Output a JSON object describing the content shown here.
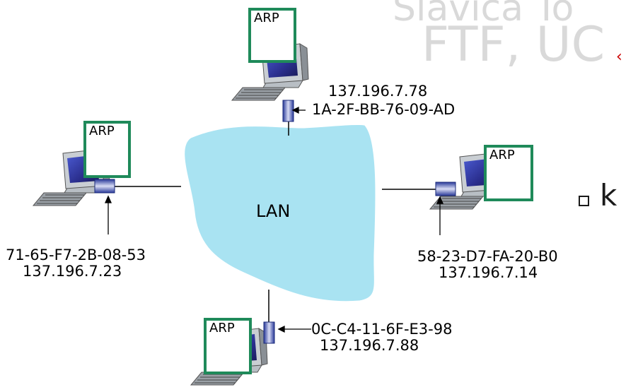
{
  "watermark": {
    "line1": "Slavica To",
    "line2": "FTF, UC"
  },
  "lan": {
    "label": "LAN",
    "color": "#a9e3f2"
  },
  "arp_label": "ARP",
  "arp_border_color": "#1f8a5a",
  "accent_colors": {
    "slide_text": "#1a1a1a",
    "red_mark": "#cc0000"
  },
  "side_text": {
    "bullet_letter": "k",
    "red_glyph": "‹"
  },
  "hosts": {
    "top": {
      "ip": "137.196.7.78",
      "mac": "1A-2F-BB-76-09-AD"
    },
    "left": {
      "ip": "137.196.7.23",
      "mac": "71-65-F7-2B-08-53"
    },
    "right": {
      "ip": "137.196.7.14",
      "mac": "58-23-D7-FA-20-B0"
    },
    "bottom": {
      "ip": "137.196.7.88",
      "mac": "0C-C4-11-6F-E3-98"
    }
  },
  "icons": {
    "computer": "desktop-computer-icon",
    "interface": "network-interface-icon",
    "bullet": "checkbox-bullet-icon"
  }
}
